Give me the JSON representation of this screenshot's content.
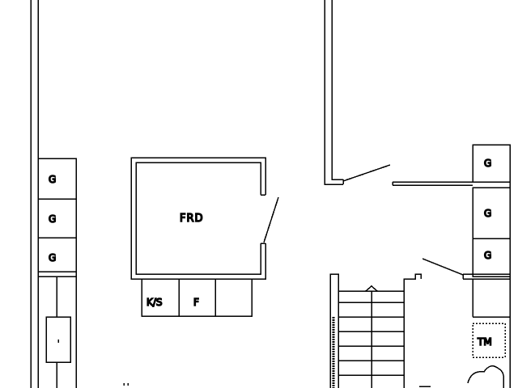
{
  "plan": {
    "cabinet_label": "G",
    "room_label": "FRD",
    "ks_label": "K/S",
    "f_label": "F",
    "tm_label": "TM"
  }
}
